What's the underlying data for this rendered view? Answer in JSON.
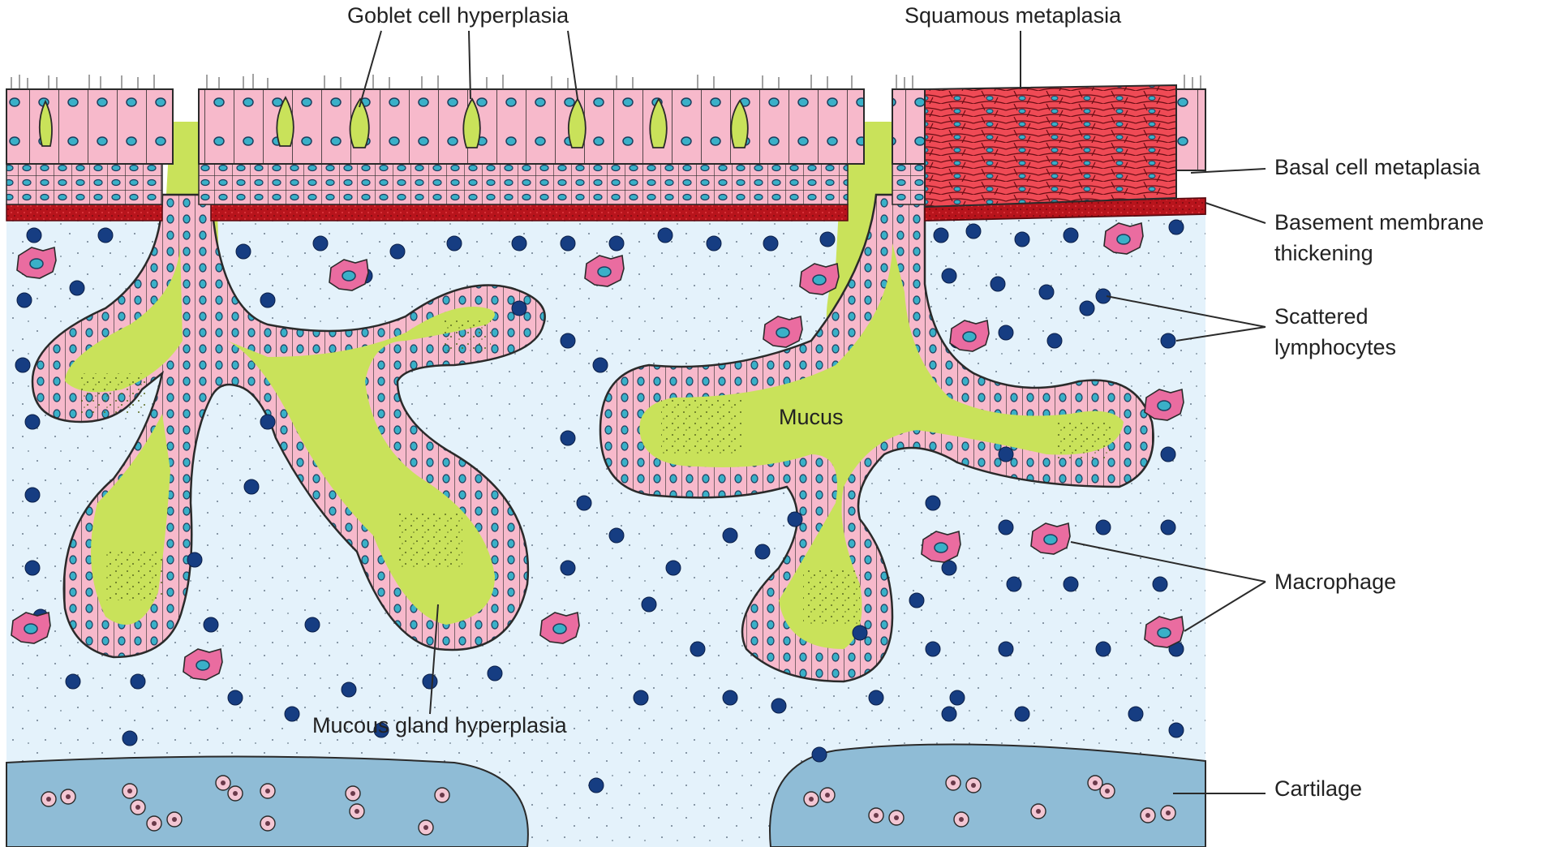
{
  "labels": {
    "goblet": "Goblet cell hyperplasia",
    "squamous": "Squamous metaplasia",
    "basal_cell": "Basal cell metaplasia",
    "basement_1": "Basement membrane",
    "basement_2": "thickening",
    "lymph_1": "Scattered",
    "lymph_2": "lymphocytes",
    "mucus": "Mucus",
    "macrophage": "Macrophage",
    "mucous_gland": "Mucous gland hyperplasia",
    "cartilage": "Cartilage"
  },
  "colors": {
    "epithelium": "#f7b9cb",
    "squamous": "#ef4a55",
    "basement": "#b8141c",
    "mucus": "#c9e25a",
    "lamina": "#e4f2fb",
    "lymphocyte": "#163d82",
    "macrophage": "#ea6ca0",
    "nucleus": "#3ab0c8",
    "cartilage": "#8fbcd6",
    "outline": "#2a2a2a"
  },
  "icons": [
    "lymphocyte-icon",
    "macrophage-icon",
    "goblet-cell-icon",
    "chondrocyte-icon"
  ]
}
